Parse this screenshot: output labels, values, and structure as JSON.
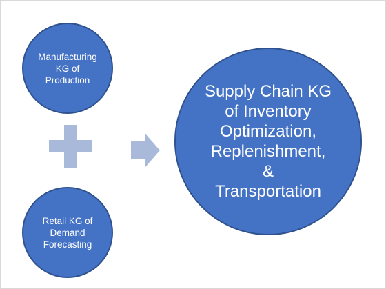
{
  "diagram": {
    "colors": {
      "circle_fill": "#4472c4",
      "circle_stroke": "#2f528f",
      "operator_fill": "#a9b9d9",
      "text": "#ffffff"
    },
    "left_top": {
      "label": "Manufacturing\nKG of\nProduction"
    },
    "left_bottom": {
      "label": "Retail KG of\nDemand\nForecasting"
    },
    "operator": {
      "icon": "plus-icon"
    },
    "connector": {
      "icon": "right-arrow-icon"
    },
    "result": {
      "label": "Supply Chain KG\nof Inventory\nOptimization,\nReplenishment,\n&\nTransportation"
    }
  }
}
